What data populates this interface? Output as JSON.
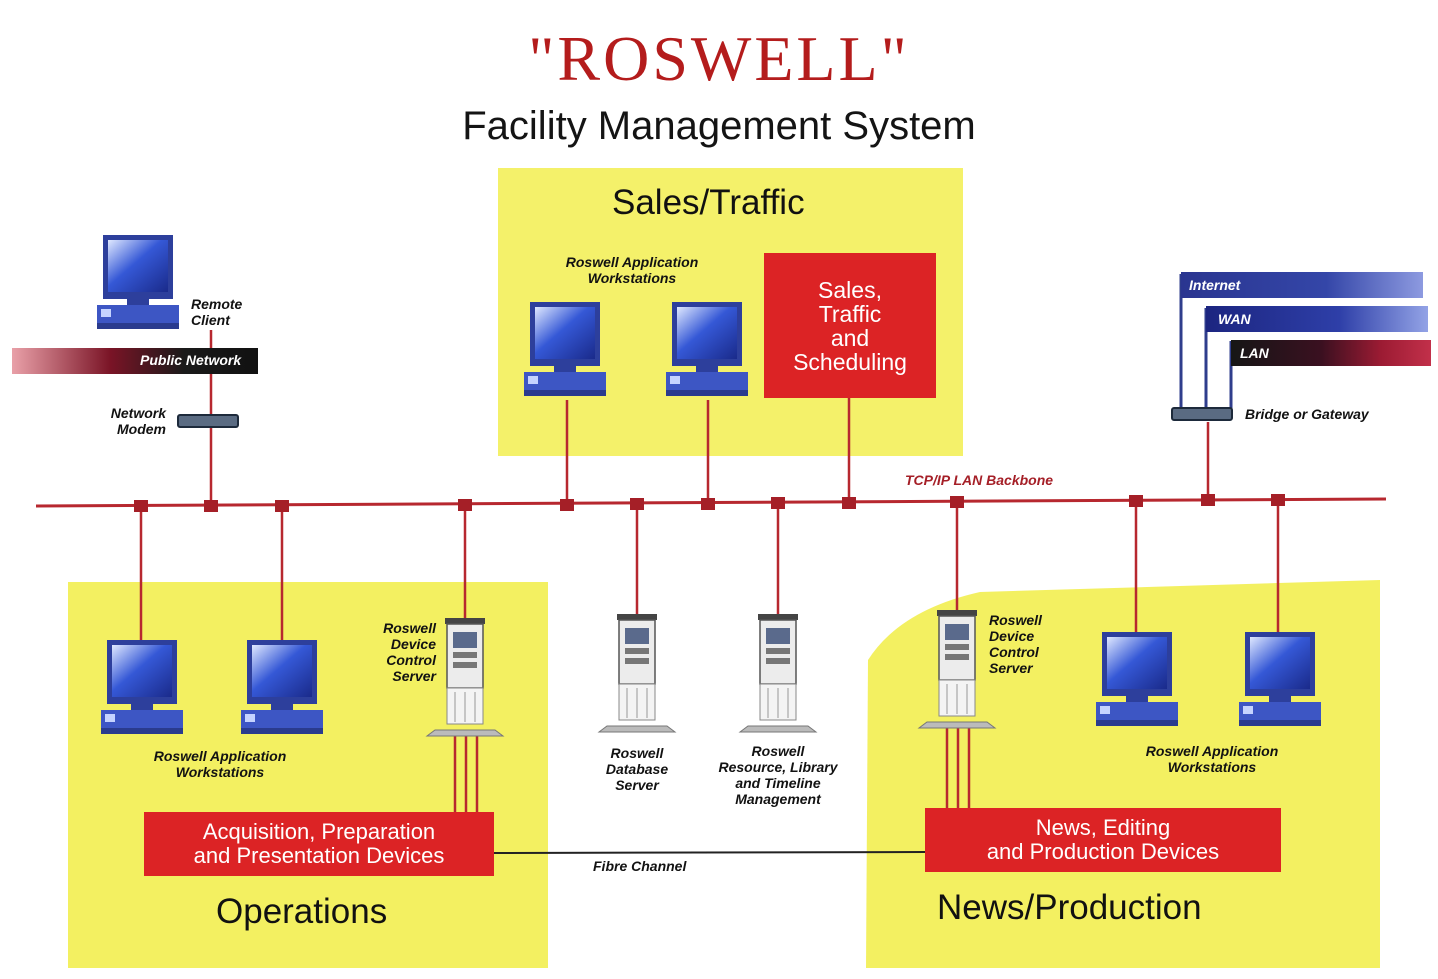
{
  "title": "\"ROSWELL\"",
  "subtitle": "Facility Management System",
  "zones": {
    "sales_traffic": "Sales/Traffic",
    "operations": "Operations",
    "news_production": "News/Production"
  },
  "boxes": {
    "sales": "Sales,\nTraffic\nand\nScheduling",
    "acquisition": "Acquisition, Preparation\nand Presentation Devices",
    "news": "News, Editing\nand Production Devices"
  },
  "labels": {
    "remote_client": "Remote\nClient",
    "public_network": "Public Network",
    "network_modem": "Network\nModem",
    "sales_workstations": "Roswell Application\nWorkstations",
    "internet": "Internet",
    "wan": "WAN",
    "lan": "LAN",
    "bridge_gateway": "Bridge or Gateway",
    "backbone": "TCP/IP LAN Backbone",
    "device_control_server": "Roswell\nDevice\nControl\nServer",
    "ops_workstations": "Roswell Application\nWorkstations",
    "database_server": "Roswell\nDatabase\nServer",
    "resource_server": "Roswell\nResource, Library\nand Timeline\nManagement",
    "news_workstations": "Roswell Application\nWorkstations",
    "fibre_channel": "Fibre Channel"
  },
  "colors": {
    "title_red": "#b41c1c",
    "box_red": "#dc2325",
    "zone_yellow": "#f2ee50",
    "backbone_red": "#b7282f",
    "uplink_blue": "#2f3d8c"
  }
}
